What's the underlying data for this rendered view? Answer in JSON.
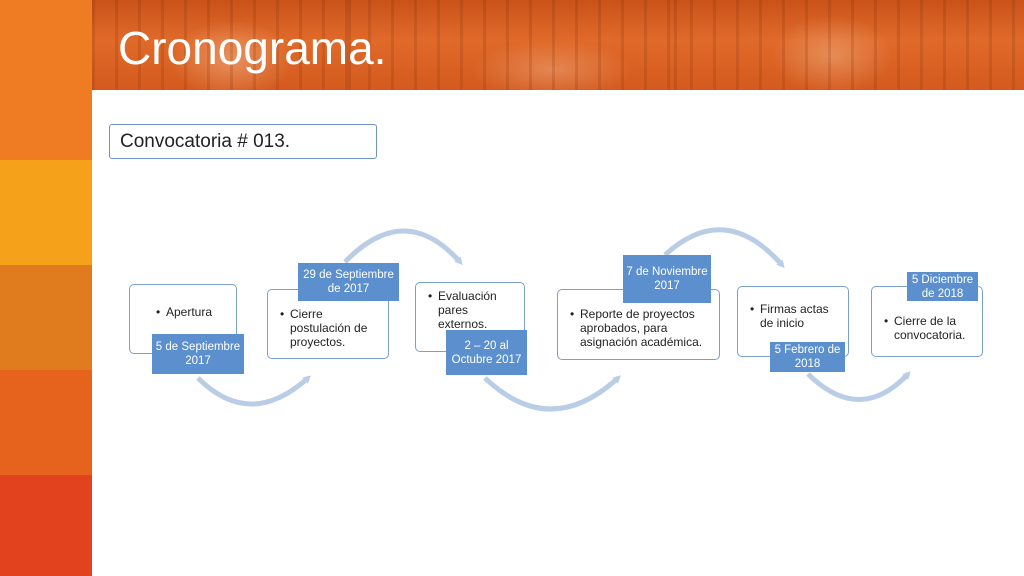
{
  "slide": {
    "title": "Cronograma.",
    "subtitle": "Convocatoria # 013."
  },
  "colors": {
    "stripes": [
      "#ef7b22",
      "#f5a21a",
      "#e07b1e",
      "#e5631d",
      "#e2421e"
    ],
    "banner": "#d9601f",
    "card_border": "#7aa0cf",
    "date_fill": "#5b8fcd",
    "arrow": "#b9cde6"
  },
  "timeline": [
    {
      "activity": "Apertura",
      "date": "5 de Septiembre 2017"
    },
    {
      "activity": "Cierre postulación de proyectos.",
      "date": "29 de  Septiembre de 2017"
    },
    {
      "activity": "Evaluación pares externos.",
      "date": "2 – 20 al Octubre 2017"
    },
    {
      "activity": "Reporte de proyectos aprobados, para asignación académica.",
      "date": "7 de Noviembre 2017"
    },
    {
      "activity": "Firmas  actas de inicio",
      "date": "5 Febrero de 2018"
    },
    {
      "activity": "Cierre de la convocatoria.",
      "date": "5 Diciembre de  2018"
    }
  ]
}
